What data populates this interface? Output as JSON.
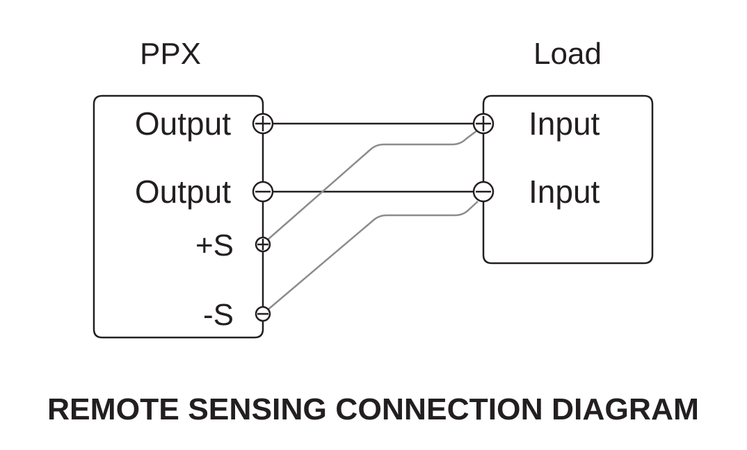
{
  "source": {
    "title": "PPX",
    "terminals": [
      "Output",
      "Output",
      "+S",
      "-S"
    ]
  },
  "load": {
    "title": "Load",
    "terminals": [
      "Input",
      "Input"
    ]
  },
  "caption": "REMOTE SENSING CONNECTION DIAGRAM",
  "colors": {
    "wire": "#231f20",
    "sense_wire": "#8c8c8c"
  }
}
